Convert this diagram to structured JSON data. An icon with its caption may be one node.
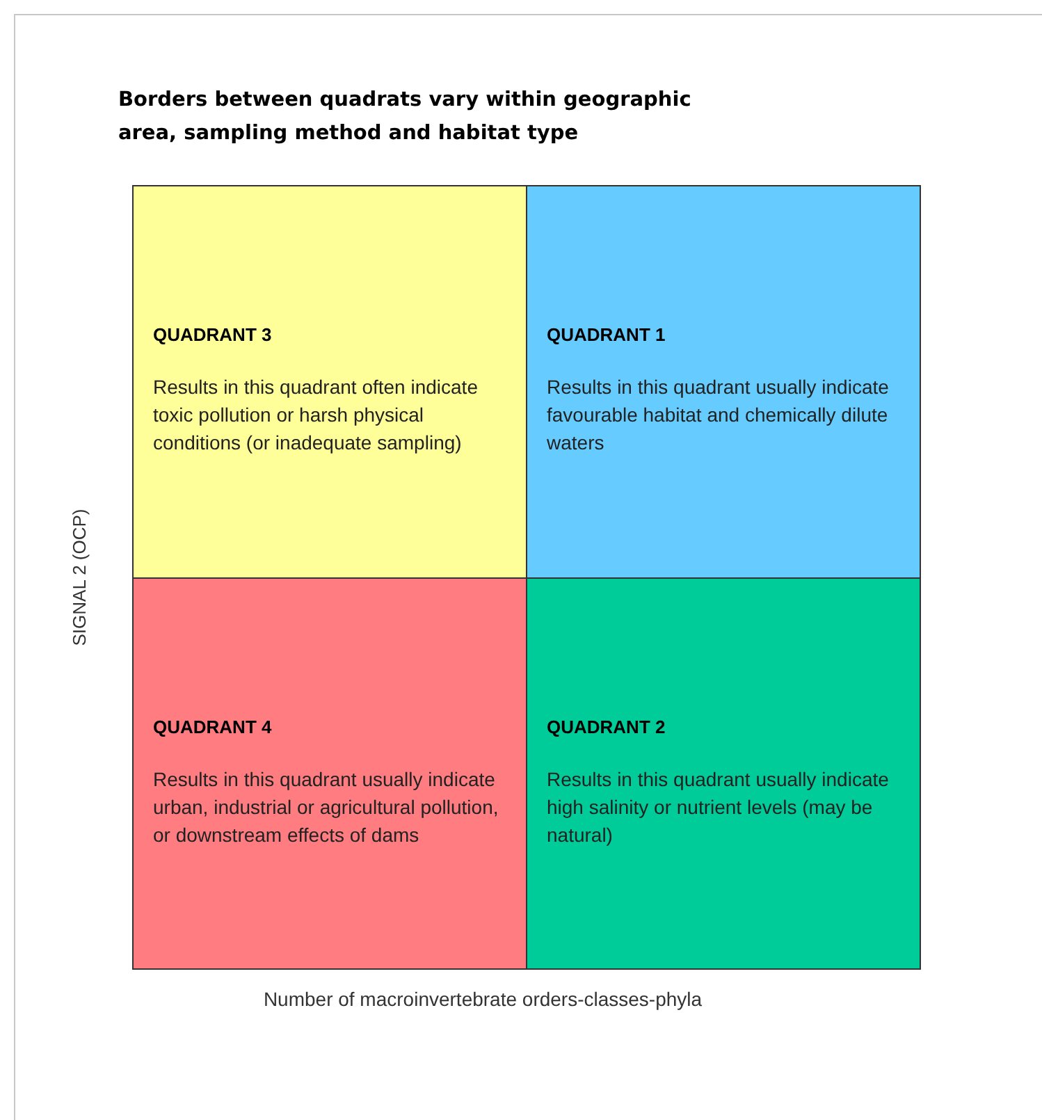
{
  "diagram": {
    "title": "Borders between quadrats vary within geographic area, sampling method and habitat type",
    "nodes": [
      {
        "text": [
          "QUADRANT 3",
          "Results in this quadrant often indicate toxic pollution or harsh physical conditions (or inadequate sampling)"
        ]
      },
      {
        "text": [
          "QUADRANT 1",
          "Results in this quadrant usually indicate favourable habitat and chemically dilute waters"
        ]
      },
      {
        "text": [
          "QUADRANT 4",
          "Results in this quadrant usually indicate urban, industrial or agricultural pollution, or downstream effects of dams"
        ]
      },
      {
        "text": [
          "QUADRANT 2",
          "Results in this quadrant usually indicate high salinity or nutrient levels (may be natural)"
        ]
      }
    ],
    "labels": [
      "SIGNAL 2 (OCP)",
      "Number of macroinvertebrate orders-classes-phyla"
    ]
  }
}
